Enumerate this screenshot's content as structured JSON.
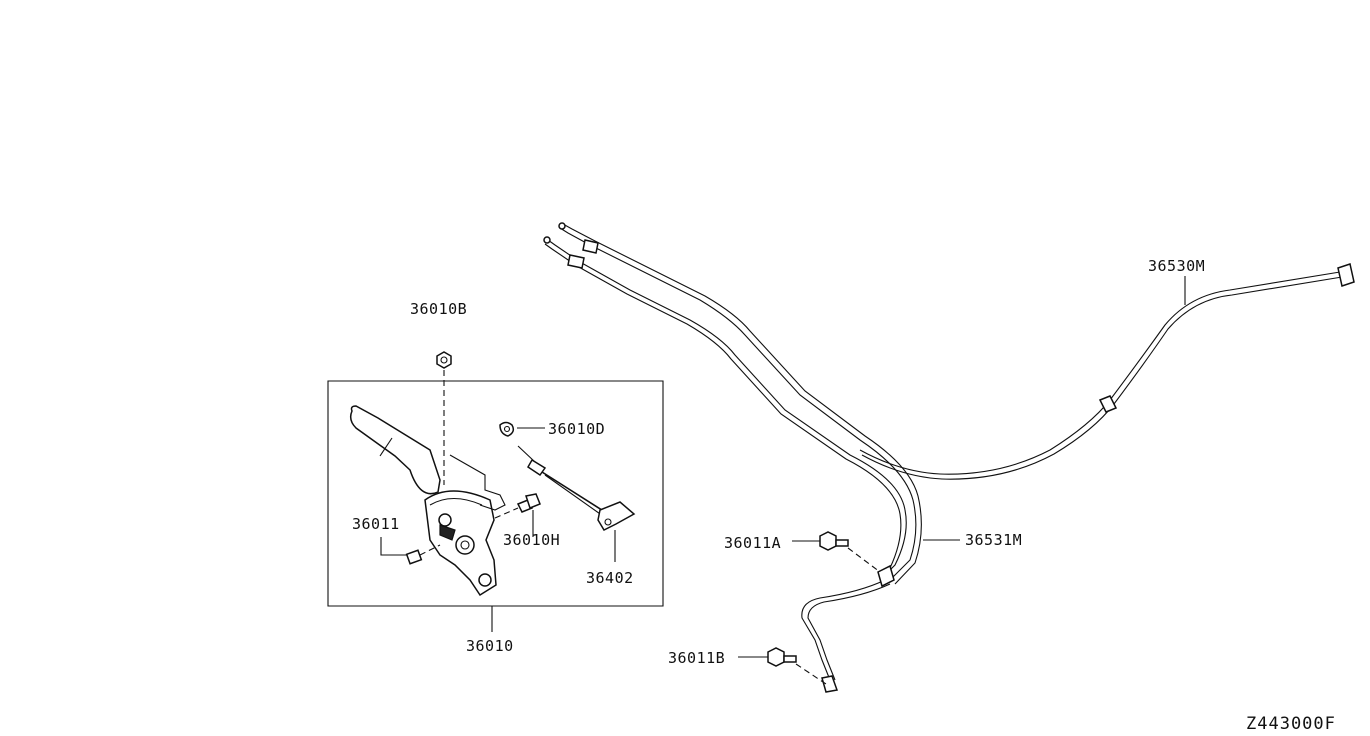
{
  "diagram": {
    "code": "Z443000F",
    "labels": {
      "p36010B": "36010B",
      "p36010D": "36010D",
      "p36011": "36011",
      "p36010H": "36010H",
      "p36402": "36402",
      "p36010": "36010",
      "p36530M": "36530M",
      "p36531M": "36531M",
      "p36011A": "36011A",
      "p36011B": "36011B"
    }
  }
}
